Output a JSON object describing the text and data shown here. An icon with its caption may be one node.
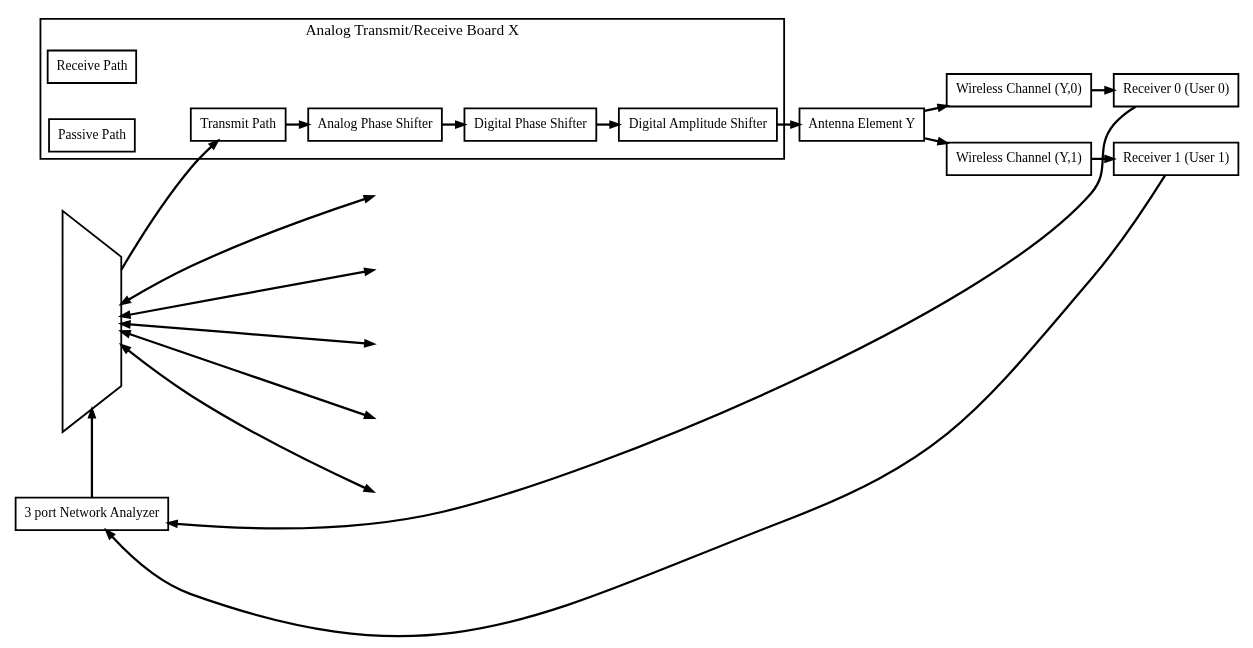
{
  "diagram": {
    "nodes": [
      {
        "text": [],
        "shape": "trapezoid"
      },
      {
        "text": [
          "Analog Transmit/Receive Board X"
        ]
      },
      {
        "text": [
          "Receive Path"
        ],
        "in": 1
      },
      {
        "text": [
          "Transmit Path"
        ],
        "in": 1
      },
      {
        "text": [
          "Passive Path"
        ],
        "in": 1
      },
      {
        "text": [
          "Analog Phase Shifter"
        ],
        "in": 1
      },
      {
        "text": [
          "Digital Phase Shifter"
        ],
        "in": 1
      },
      {
        "text": [
          "Digital Amplitude Shifter"
        ],
        "in": 1
      },
      {
        "text": [
          "Antenna Element Y"
        ]
      },
      {
        "text": [
          "Wireless Channel (Y,0)"
        ]
      },
      {
        "text": [
          "Receiver 0 (User 0)"
        ]
      },
      {
        "text": [
          "Wireless Channel (Y,1)"
        ]
      },
      {
        "text": [
          "Receiver 1 (User 1)"
        ]
      },
      {
        "text": [
          "3 port Network Analyzer"
        ]
      }
    ],
    "edges": [
      {
        "from": 0,
        "to": null,
        "arrow": "both"
      },
      {
        "from": 0,
        "to": null,
        "arrow": "both"
      },
      {
        "from": 0,
        "to": null,
        "arrow": "both"
      },
      {
        "from": 0,
        "to": 3,
        "arrow": "to"
      },
      {
        "from": 0,
        "to": null,
        "arrow": "both"
      },
      {
        "from": 0,
        "to": null,
        "arrow": "both"
      },
      {
        "from": 3,
        "to": 5,
        "arrow": "to"
      },
      {
        "from": 5,
        "to": 6,
        "arrow": "to"
      },
      {
        "from": 6,
        "to": 7,
        "arrow": "to"
      },
      {
        "from": 7,
        "to": 8,
        "arrow": "to"
      },
      {
        "from": 8,
        "to": 9,
        "arrow": "to"
      },
      {
        "from": 9,
        "to": 10,
        "arrow": "to"
      },
      {
        "from": 8,
        "to": 11,
        "arrow": "to"
      },
      {
        "from": 11,
        "to": 12,
        "arrow": "to"
      },
      {
        "from": 10,
        "to": 13,
        "arrow": "to"
      },
      {
        "from": 12,
        "to": 13,
        "arrow": "to"
      },
      {
        "from": 13,
        "to": 0,
        "arrow": "to"
      }
    ]
  }
}
